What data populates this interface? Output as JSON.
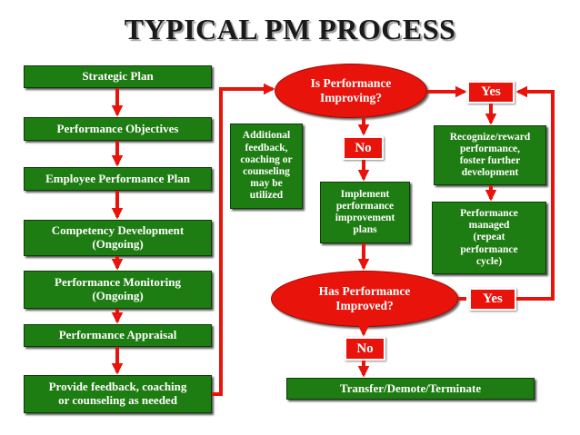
{
  "title": "TYPICAL PM PROCESS",
  "left_steps": [
    "Strategic Plan",
    "Performance Objectives",
    "Employee Performance Plan",
    "Competency Development\n(Ongoing)",
    "Performance Monitoring\n(Ongoing)",
    "Performance Appraisal",
    "Provide feedback, coaching\nor counseling as needed"
  ],
  "additional_feedback": "Additional\nfeedback,\ncoaching or\ncounseling\nmay be\nutilized",
  "decision_1": "Is Performance\nImproving?",
  "decision_2": "Has Performance\nImproved?",
  "yes_label": "Yes",
  "no_label": "No",
  "implement_plans": "Implement\nperformance\nimprovement\nplans",
  "recognize": "Recognize/reward\nperformance,\nfoster further\ndevelopment",
  "managed": "Performance\nmanaged\n(repeat\nperformance\ncycle)",
  "terminate": "Transfer/Demote/Terminate",
  "colors": {
    "box_green": "#1e7d12",
    "accent_red": "#e8130a"
  }
}
